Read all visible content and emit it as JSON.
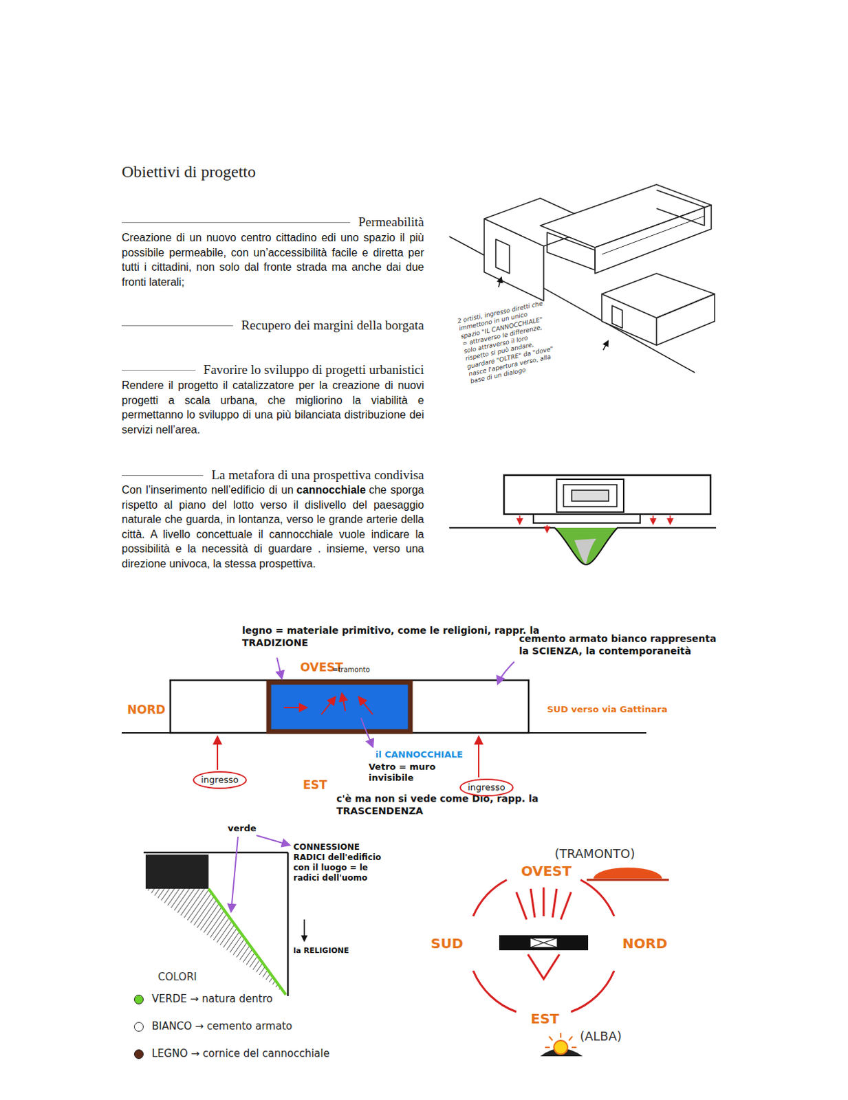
{
  "diagram": {
    "title": "Obiettivi di progetto",
    "nodes": [
      {
        "text": [
          "ingresso"
        ]
      },
      {
        "text": [
          "ingresso"
        ]
      }
    ],
    "labels": [
      "Permeabilità",
      "Creazione di un nuovo centro cittadino edi uno spazio il più possibile permeabile, con un’accessibilità facile e diretta per tutti i cittadini, non solo dal fronte strada ma anche dai due fronti laterali;",
      "Recupero dei margini della borgata",
      "Favorire lo sviluppo di progetti urbanistici",
      "Rendere il progetto il catalizzatore per la creazione di nuovi progetti  a scala urbana, che migliorino la viabilità e permettanno lo sviluppo di una più bilanciata distribuzione dei servizi nell’area.",
      "La metafora di una prospettiva condivisa",
      "Con l’inserimento nell’edificio di un",
      "cannocchiale",
      "che sporga rispetto al piano del lotto verso il dislivello del paesaggio naturale che guarda, in lontanza, verso le grande arterie della città. A livello concettuale il cannocchiale vuole indicare la possibilità e la necessità di guardare . insieme, verso una direzione univoca, la stessa prospettiva.",
      "2 ortisti, ingresso diretti che immettono in un unico spazio \"IL CANNOCCHIALE\" = attraverso le differenze, solo attraverso il loro rispetto si può andare, guardare \"OLTRE\" da \"dove\" nasce l'apertura verso, alla base di un dialogo",
      "legno = materiale primitivo, come le religioni, rappr. la TRADIZIONE",
      "OVEST",
      "=tramonto",
      "cemento armato bianco rappresenta la SCIENZA, la contemporaneità",
      "NORD",
      "SUD verso via Gattinara",
      "EST",
      "il CANNOCCHIALE",
      "Vetro = muro invisibile",
      "c'è ma non si vede come Dio, rapp. la TRASCENDENZA",
      "verde",
      "CONNESSIONE RADICI dell'edificio con il luogo = le radici dell'uomo",
      "la RELIGIONE",
      "COLORI",
      "(TRAMONTO)",
      "OVEST",
      "SUD",
      "NORD",
      "EST",
      "(ALBA)"
    ],
    "legend": [
      {
        "text": "VERDE → natura dentro",
        "color": "#6ad12a"
      },
      {
        "text": "BIANCO → cemento armato",
        "color": "#ffffff"
      },
      {
        "text": "LEGNO → cornice del cannocchiale",
        "color": "#5b2a17"
      }
    ]
  }
}
